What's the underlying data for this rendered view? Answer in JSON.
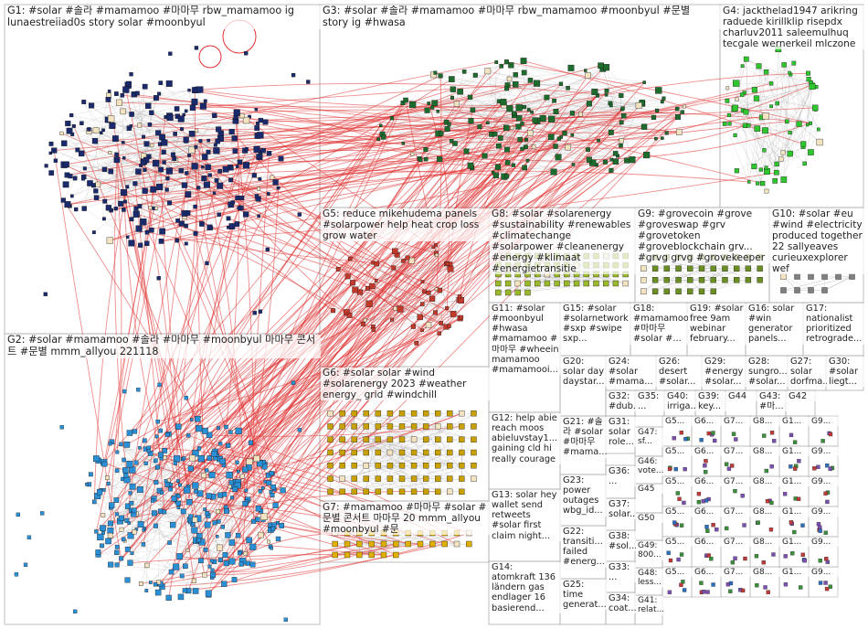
{
  "colors": {
    "edge_between": "#e03030",
    "edge_within": "#999999",
    "tile_border": "#b0b0b0",
    "g1": "#1a2a6c",
    "g2": "#2b8fd6",
    "g3": "#1e6b2e",
    "g4": "#2ec52e",
    "g5": "#c0392b",
    "g6": "#c8a000",
    "g7": "#e0b000",
    "g8": "#9ab82b",
    "g9": "#6b8e23",
    "g10": "#7f7f7f",
    "small": "#8e5bb3"
  },
  "groups": [
    {
      "id": "g1",
      "label": "G1: #solar #솔라 #mamamoo #마마무 rbw_mamamoo ig lunaestreiiad0s story solar #moonbyul"
    },
    {
      "id": "g2",
      "label": "G2: #solar #mamamoo #솔라 #마마무 #moonbyul 마마무 콘서트 #문별 mmm_allyou 221118"
    },
    {
      "id": "g3",
      "label": "G3: #solar #솔라 #mamamoo #마마무 rbw_mamamoo #moonbyul #문별 story ig #hwasa"
    },
    {
      "id": "g4",
      "label": "G4: jackthelad1947 arikring raduede kirillklip risepdx charluv2011 saleemulhuq tecgale wernerkeil mlczone"
    },
    {
      "id": "g5",
      "label": "G5: reduce mikehudema panels #solarpower help heat crop loss grow water"
    },
    {
      "id": "g6",
      "label": "G6: #solar solar #wind #solarenergy 2023 #weather energy_ grid #windchill"
    },
    {
      "id": "g7",
      "label": "G7: #mamamoo #마마무 #solar #문별 콘서트 마마무 20 mmm_allyou #moonbyul #문"
    },
    {
      "id": "g8",
      "label": "G8: #solar #solarenergy #sustainability #renewables #climatechange #solarpower #cleanenergy #energy #klimaat #energietransitie"
    },
    {
      "id": "g9",
      "label": "G9: #grovecoin #grove #groveswap #grv #grovetoken #groveblockchain grv... #grvg grvg #grovekeeper"
    },
    {
      "id": "g10",
      "label": "G10: #solar #eu #wind #electricity produced together 22 sallyeaves curieuxexplorer wef"
    },
    {
      "id": "g11",
      "label": "G11: #solar #moonbyul #hwasa #mamamoo #마마무 #wheein mamamoo #mamamooi..."
    },
    {
      "id": "g12",
      "label": "G12: help abie reach moos abieluvstay1... gaining cld hi really courage"
    },
    {
      "id": "g13",
      "label": "G13: solar hey wallet send retweets #solar first claim night..."
    },
    {
      "id": "g14",
      "label": "G14: atomkraft 136 ländern gas endlager 16 basierend..."
    },
    {
      "id": "g15",
      "label": "G15: #solar #solarnetwork #sxp #swipe sxp..."
    },
    {
      "id": "g16",
      "label": "G16: solar #win generator panels..."
    },
    {
      "id": "g17",
      "label": "G17: nationalist prioritized retrograde..."
    },
    {
      "id": "g18",
      "label": "G18: #mamamoo #마마무 #solar #..."
    },
    {
      "id": "g19",
      "label": "G19: #solar free 9am webinar february..."
    },
    {
      "id": "g20",
      "label": "G20: solar day daystar..."
    },
    {
      "id": "g21",
      "label": "G21: #솔라 #solar #마마무 #mama..."
    },
    {
      "id": "g22",
      "label": "G22: transiti... failed #energ..."
    },
    {
      "id": "g23",
      "label": "G23: power outages wbg_id..."
    },
    {
      "id": "g24",
      "label": "G24: #solar #mama..."
    },
    {
      "id": "g25",
      "label": "G25: time generat..."
    },
    {
      "id": "g26",
      "label": "G26: desert #solar..."
    },
    {
      "id": "g27",
      "label": "G27: solar dorfma..."
    },
    {
      "id": "g28",
      "label": "G28: sungro... #solar..."
    },
    {
      "id": "g29",
      "label": "G29: #energy #solar..."
    },
    {
      "id": "g30",
      "label": "G30: #solar liegt..."
    },
    {
      "id": "g31",
      "label": "G31: solar role..."
    },
    {
      "id": "g32",
      "label": "G32: #dub..."
    },
    {
      "id": "g33",
      "label": "G33: ..."
    },
    {
      "id": "g34",
      "label": "G34: coat..."
    },
    {
      "id": "g35",
      "label": "G35: ..."
    },
    {
      "id": "g36",
      "label": "G36: ..."
    },
    {
      "id": "g37",
      "label": "G37: solar..."
    },
    {
      "id": "g38",
      "label": "G38: #sol..."
    },
    {
      "id": "g39",
      "label": "G39: key..."
    },
    {
      "id": "g40",
      "label": "G40: irriga..."
    },
    {
      "id": "g41",
      "label": "G41: relat..."
    },
    {
      "id": "g42",
      "label": "G42"
    },
    {
      "id": "g43",
      "label": "G43: #마..."
    },
    {
      "id": "g44",
      "label": "G44"
    },
    {
      "id": "g45",
      "label": "G45"
    },
    {
      "id": "g46",
      "label": "G46: vote..."
    },
    {
      "id": "g47",
      "label": "G47: sf..."
    },
    {
      "id": "g48",
      "label": "G48: less..."
    },
    {
      "id": "g49",
      "label": "G49: 800..."
    },
    {
      "id": "g50",
      "label": "G50"
    }
  ],
  "small_tile_labels": [
    "G5...",
    "G6...",
    "G7...",
    "G8...",
    "G1...",
    "G9..."
  ]
}
